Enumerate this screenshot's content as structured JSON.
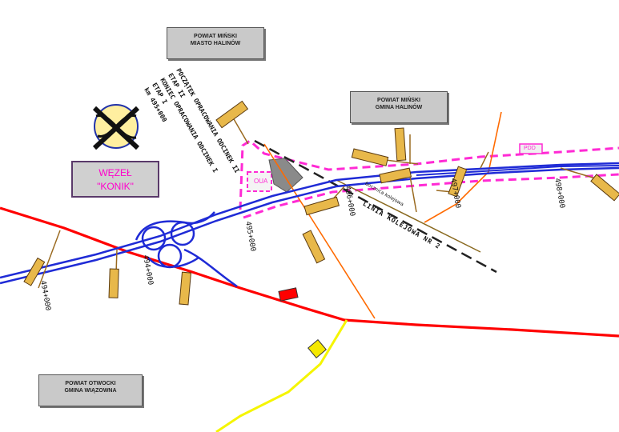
{
  "districts": {
    "minsk_city": [
      "POWIAT MIŃSKI",
      "MIASTO HALINÓW"
    ],
    "minsk_gmina": [
      "POWIAT MIŃSKI",
      "GMINA HALINÓW"
    ],
    "otwock": [
      "POWIAT OTWOCKI",
      "GMINA WIĄZOWNA"
    ]
  },
  "node": {
    "line1": "WĘZEŁ",
    "line2": "\"KONIK\""
  },
  "section_labels": {
    "start": [
      "POCZĄTEK OPRACOWANIA ODCINEK II",
      "ETAP II",
      "KONIEC OPRACOWANIA ODCINEK I",
      "ETAP I"
    ],
    "km_start": "km 495+000"
  },
  "kilometers": {
    "k494_left": "494+000",
    "k494_mid": "494+000",
    "k495": "495+000",
    "k496": "496+000",
    "k497": "497+000",
    "k498": "498+000"
  },
  "rail_label": "LINIA KOLEJOWA NR 2",
  "siding_label": "bocznica kolejowa",
  "mop_labels": {
    "left": "OUA",
    "right": "PDD"
  },
  "colors": {
    "motorway": "#1f2bd6",
    "national_road": "#ff0000",
    "regional_road": "#f0f000",
    "local_road": "#e86a1a",
    "boundary": "#ff2ad4",
    "rail": "#222222",
    "sign_fill": "#e8b84a"
  }
}
